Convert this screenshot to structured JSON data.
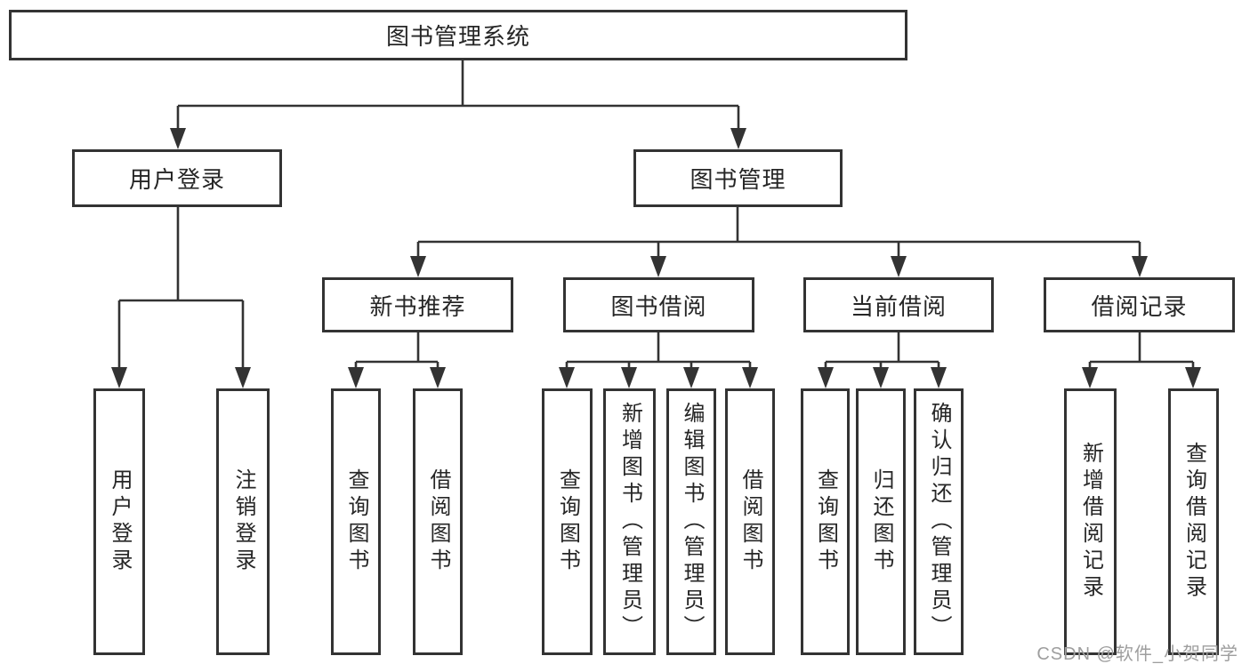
{
  "tree": {
    "label": "图书管理系统",
    "children": [
      {
        "label": "用户登录",
        "children": [
          {
            "label": "用户登录"
          },
          {
            "label": "注销登录"
          }
        ]
      },
      {
        "label": "图书管理",
        "children": [
          {
            "label": "新书推荐",
            "children": [
              {
                "label": "查询图书"
              },
              {
                "label": "借阅图书"
              }
            ]
          },
          {
            "label": "图书借阅",
            "children": [
              {
                "label": "查询图书"
              },
              {
                "label": "新增图书（管理员）"
              },
              {
                "label": "编辑图书（管理员）"
              },
              {
                "label": "借阅图书"
              }
            ]
          },
          {
            "label": "当前借阅",
            "children": [
              {
                "label": "查询图书"
              },
              {
                "label": "归还图书"
              },
              {
                "label": "确认归还（管理员）"
              }
            ]
          },
          {
            "label": "借阅记录",
            "children": [
              {
                "label": "新增借阅记录"
              },
              {
                "label": "查询借阅记录"
              }
            ]
          }
        ]
      }
    ]
  },
  "watermark": {
    "text": "CSDN @软件_小贺同学"
  },
  "colors": {
    "line": "#333333",
    "box_border": "#333333",
    "text": "#262626",
    "background": "#ffffff",
    "watermark_text": "#9e9e9e"
  }
}
